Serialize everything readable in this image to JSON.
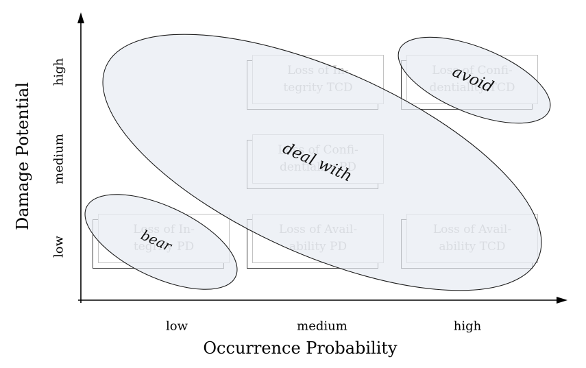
{
  "figure": {
    "x_axis": {
      "label": "Occurrence Probability",
      "ticks": [
        "low",
        "medium",
        "high"
      ]
    },
    "y_axis": {
      "label": "Damage Potential",
      "ticks": [
        "low",
        "medium",
        "high"
      ]
    }
  },
  "boxes": [
    {
      "lines": [
        "Loss of In-",
        "tegrity TCD"
      ],
      "occurrence": "medium",
      "damage": "high"
    },
    {
      "lines": [
        "Loss of Confi-",
        "dentiality TCD"
      ],
      "occurrence": "high",
      "damage": "high"
    },
    {
      "lines": [
        "Loss of Confi-",
        "dentiality PD"
      ],
      "occurrence": "medium",
      "damage": "medium"
    },
    {
      "lines": [
        "Loss of In-",
        "tegrity PD"
      ],
      "occurrence": "low",
      "damage": "low"
    },
    {
      "lines": [
        "Loss of Avail-",
        "ability PD"
      ],
      "occurrence": "medium",
      "damage": "low"
    },
    {
      "lines": [
        "Loss of Avail-",
        "ability TCD"
      ],
      "occurrence": "high",
      "damage": "low"
    }
  ],
  "regions": [
    {
      "label": "bear"
    },
    {
      "label": "deal with"
    },
    {
      "label": "avoid"
    }
  ],
  "colors": {
    "region_fill": "#e7ecf3",
    "region_stroke": "#1c1c1c",
    "box_text": "#b5b5b5",
    "box_border": "#c2c2c2",
    "shadow_border": "#3a3a3a",
    "axis": "#000000"
  }
}
